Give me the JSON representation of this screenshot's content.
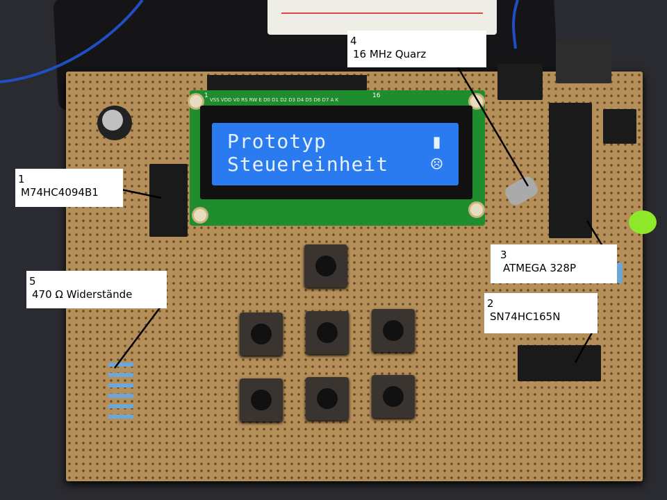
{
  "lcd": {
    "line1": "Prototyp",
    "line2": "Steuereinheit",
    "line1_icon": "battery-icon",
    "line2_icon": "sad-face-icon",
    "pin_labels": "VSS VDD V0 RS RW E D0 D1 D2 D3 D4 D5 D6 D7 A K",
    "pin_first": "1",
    "pin_last": "16"
  },
  "annotations": [
    {
      "number": "1",
      "text": "M74HC4094B1"
    },
    {
      "number": "2",
      "text": "SN74HC165N"
    },
    {
      "number": "3",
      "text": "ATMEGA 328P"
    },
    {
      "number": "4",
      "text": "16 MHz Quarz"
    },
    {
      "number": "5",
      "text": "470 Ω Widerstände"
    }
  ],
  "colors": {
    "board": "#b58f5a",
    "lcd": "#2a7bf0",
    "pcb": "#1f8d2d",
    "led": "#8fe82a"
  }
}
